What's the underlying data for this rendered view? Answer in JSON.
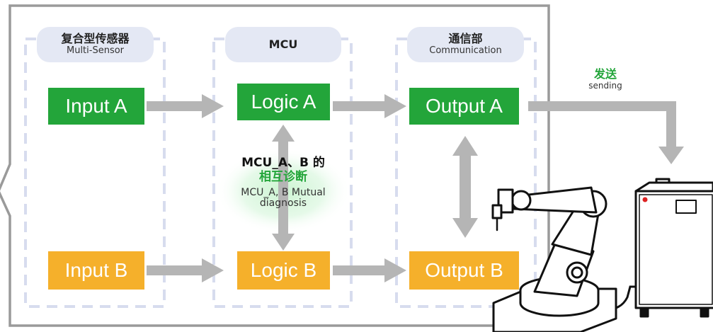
{
  "colors": {
    "green": "#23a53a",
    "orange": "#f5b02b",
    "arrow_gray": "#b5b5b5",
    "dash_blue": "#d7dcee",
    "header_bg": "#e4e8f4",
    "frame": "#9a9a9a"
  },
  "columns": [
    {
      "title": "复合型传感器",
      "subtitle": "Multi-Sensor"
    },
    {
      "title": "MCU",
      "subtitle": ""
    },
    {
      "title": "通信部",
      "subtitle": "Communication"
    }
  ],
  "boxes": {
    "input_a": "Input A",
    "input_b": "Input B",
    "logic_a": "Logic A",
    "logic_b": "Logic B",
    "output_a": "Output A",
    "output_b": "Output B"
  },
  "center_label": {
    "line1": "MCU_A、B 的",
    "line2": "相互诊断",
    "line3": "MCU_A, B Mutual",
    "line4": "diagnosis"
  },
  "send_label": {
    "title": "发送",
    "subtitle": "sending"
  },
  "icons": [
    "robot-arm-icon",
    "control-cabinet-icon"
  ]
}
